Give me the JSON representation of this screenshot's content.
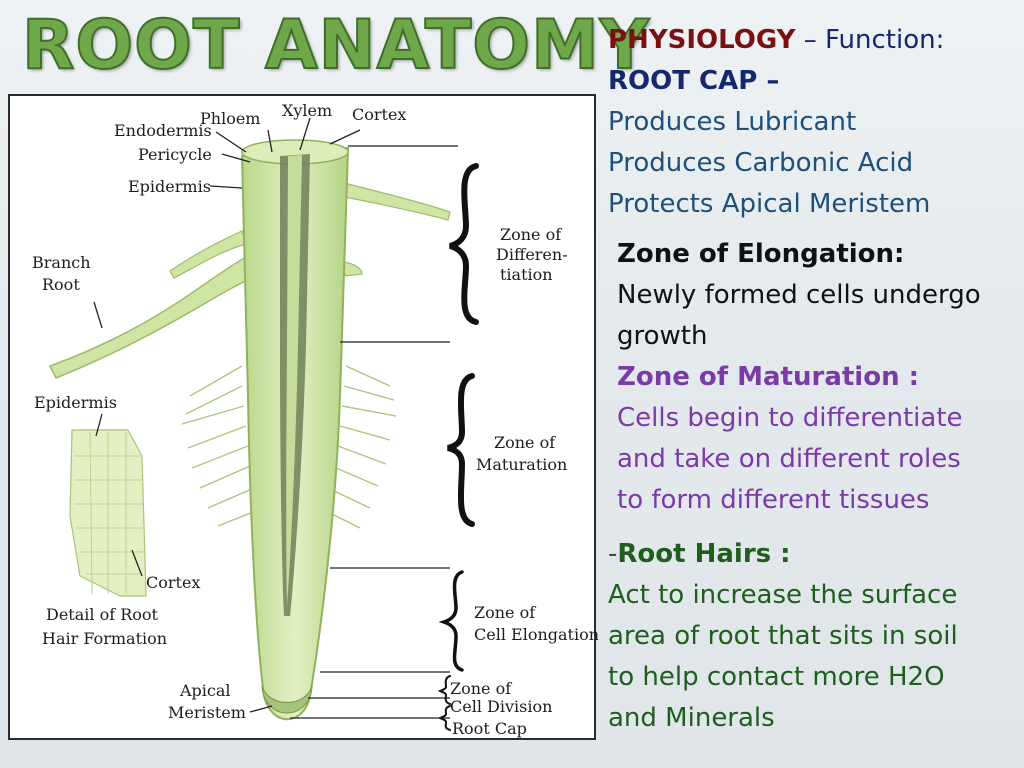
{
  "title": "ROOT ANATOMY",
  "diagram": {
    "labels": {
      "phloem": "Phloem",
      "xylem": "Xylem",
      "cortex_top": "Cortex",
      "endodermis": "Endodermis",
      "pericycle": "Pericycle",
      "epidermis_top": "Epidermis",
      "branch_root_1": "Branch",
      "branch_root_2": "Root",
      "epidermis_detail": "Epidermis",
      "cortex_detail": "Cortex",
      "detail_1": "Detail of Root",
      "detail_2": "Hair Formation",
      "apical_1": "Apical",
      "apical_2": "Meristem",
      "zone_diff_1": "Zone of",
      "zone_diff_2": "Differen-",
      "zone_diff_3": "tiation",
      "zone_mat_1": "Zone of",
      "zone_mat_2": "Maturation",
      "zone_elong_1": "Zone of",
      "zone_elong_2": "Cell Elongation",
      "zone_div_1": "Zone of",
      "zone_div_2": "Cell Division",
      "root_cap": "Root Cap"
    }
  },
  "panel": {
    "physiology_heading": "PHYSIOLOGY",
    "physiology_rest": " – Function:",
    "root_cap_heading": "ROOT CAP –",
    "root_cap_lines": [
      "Produces Lubricant",
      "Produces Carbonic Acid",
      "Protects Apical Meristem"
    ],
    "elongation_heading": "Zone of Elongation:",
    "elongation_lines": [
      "Newly formed cells undergo",
      "growth"
    ],
    "maturation_heading": "Zone of Maturation :",
    "maturation_lines": [
      "Cells begin to differentiate",
      "and take on different roles",
      "to form different tissues"
    ],
    "root_hairs_dash": "-",
    "root_hairs_heading": "Root Hairs :",
    "root_hairs_lines": [
      "Act to increase the surface",
      "area of root that sits in soil",
      "to help contact more H2O",
      "and Minerals"
    ]
  },
  "colors": {
    "title_fill": "#6fa84a",
    "root_green": "#cfe5a4",
    "vascular_dark": "#6b7a55",
    "heading_blue": "#14286e",
    "text_blue": "#1f4f7a",
    "purple": "#7a3aa8",
    "green_text": "#1f5e1c"
  }
}
